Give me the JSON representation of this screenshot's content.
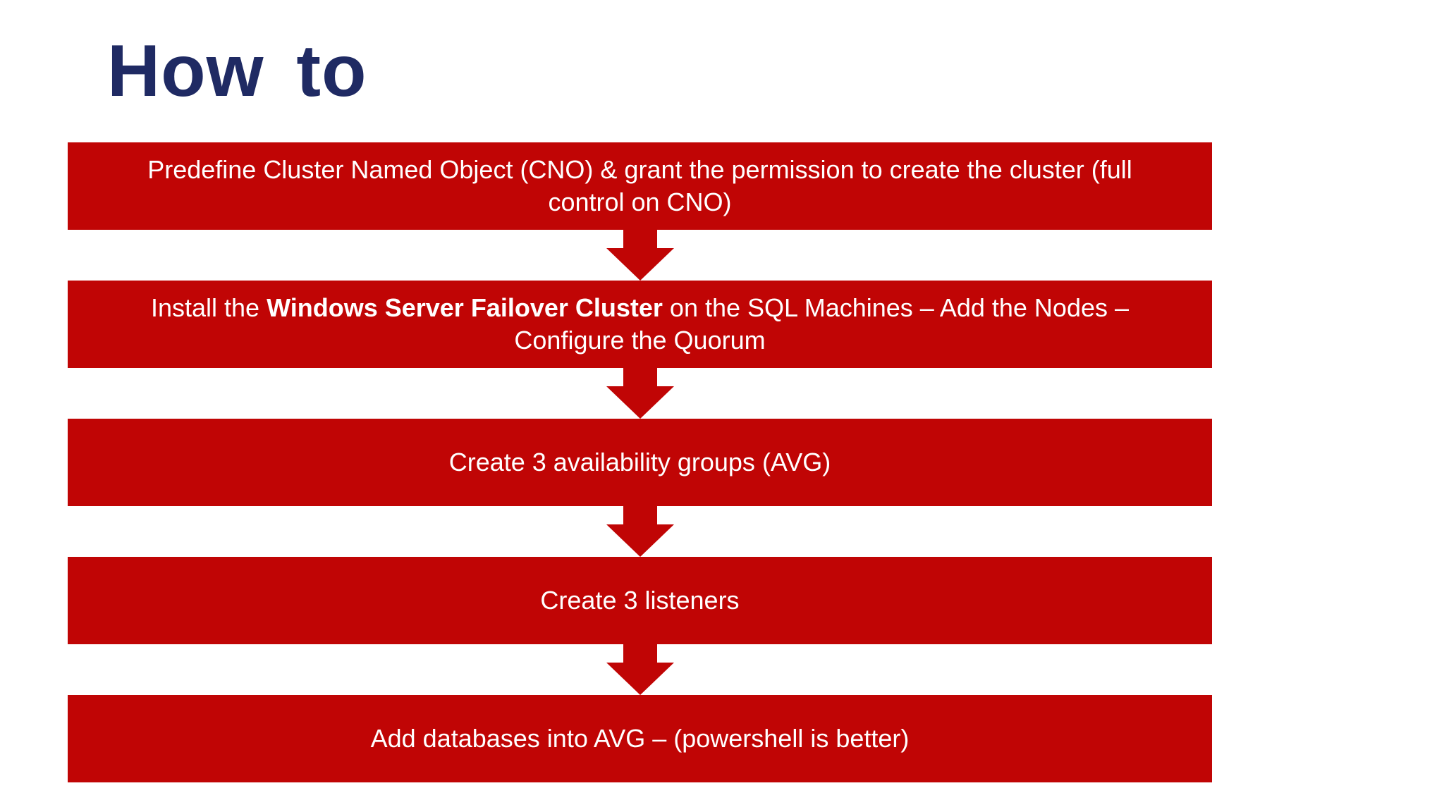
{
  "slide": {
    "title": "How to",
    "steps": [
      {
        "parts": [
          {
            "text": "Predefine Cluster Named Object (CNO) & grant the permission to create the cluster (full control on CNO)",
            "bold": false
          }
        ]
      },
      {
        "parts": [
          {
            "text": "Install the ",
            "bold": false
          },
          {
            "text": "Windows Server Failover Cluster",
            "bold": true
          },
          {
            "text": " on the SQL Machines – Add the Nodes – Configure the Quorum",
            "bold": false
          }
        ]
      },
      {
        "parts": [
          {
            "text": "Create 3 availability groups (AVG)",
            "bold": false
          }
        ]
      },
      {
        "parts": [
          {
            "text": "Create 3 listeners",
            "bold": false
          }
        ]
      },
      {
        "parts": [
          {
            "text": "Add databases into AVG – (powershell is better)",
            "bold": false
          }
        ]
      }
    ],
    "connector_icon": "down-arrow-icon",
    "colors": {
      "bar_red": "#C00505",
      "title_navy": "#1F2A63",
      "step_text": "#FFFFFF",
      "background": "#FFFFFF"
    }
  }
}
